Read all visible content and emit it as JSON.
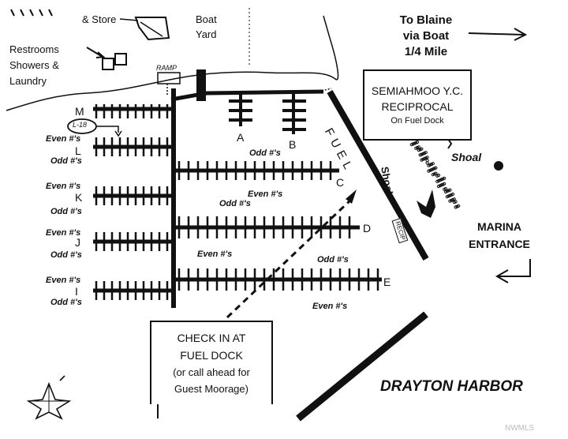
{
  "labels": {
    "store": "& Store",
    "boat_yard_line1": "Boat",
    "boat_yard_line2": "Yard",
    "restrooms_line1": "Restrooms",
    "restrooms_line2": "Showers &",
    "restrooms_line3": "Laundry",
    "ramp": "RAMP",
    "to_blaine_line1": "To Blaine",
    "to_blaine_line2": "via Boat",
    "to_blaine_line3": "1/4 Mile",
    "reciprocal_line1": "SEMIAHMOO Y.C.",
    "reciprocal_line2": "RECIPROCAL",
    "reciprocal_line3": "On Fuel Dock",
    "shoal_right": "Shoal",
    "shoal_rotated": "Shoal",
    "fuel": "FUEL",
    "reciprocal_vertical": "RECIP",
    "marina_line1": "MARINA",
    "marina_line2": "ENTRANCE",
    "checkin_line1": "CHECK IN AT",
    "checkin_line2": "FUEL DOCK",
    "checkin_line3": "(or call ahead for",
    "checkin_line4": "Guest Moorage)",
    "drayton_harbor": "DRAYTON HARBOR",
    "slip_callout": "L-18",
    "watermark": "NWMLS"
  },
  "docks": {
    "M": "M",
    "L": "L",
    "K": "K",
    "J": "J",
    "I": "I",
    "A": "A",
    "B": "B",
    "C": "C",
    "D": "D",
    "E": "E"
  },
  "slip_labels": {
    "l_even": "Even #'s",
    "l_odd": "Odd #'s",
    "k_even": "Even #'s",
    "k_odd": "Odd #'s",
    "j_even": "Even #'s",
    "j_odd": "Odd #'s",
    "i_even": "Even #'s",
    "i_odd": "Odd #'s",
    "c_odd": "Odd #'s",
    "c_even": "Even #'s",
    "d_odd": "Odd #'s",
    "d_even": "Even #'s",
    "e_odd": "Odd #'s",
    "e_even": "Even #'s"
  },
  "icons": [
    "compass-rose-icon",
    "arrow-right-icon",
    "arrow-left-icon",
    "dashed-route-arrow-icon"
  ],
  "colors": {
    "ink": "#111111",
    "paper": "#ffffff"
  }
}
